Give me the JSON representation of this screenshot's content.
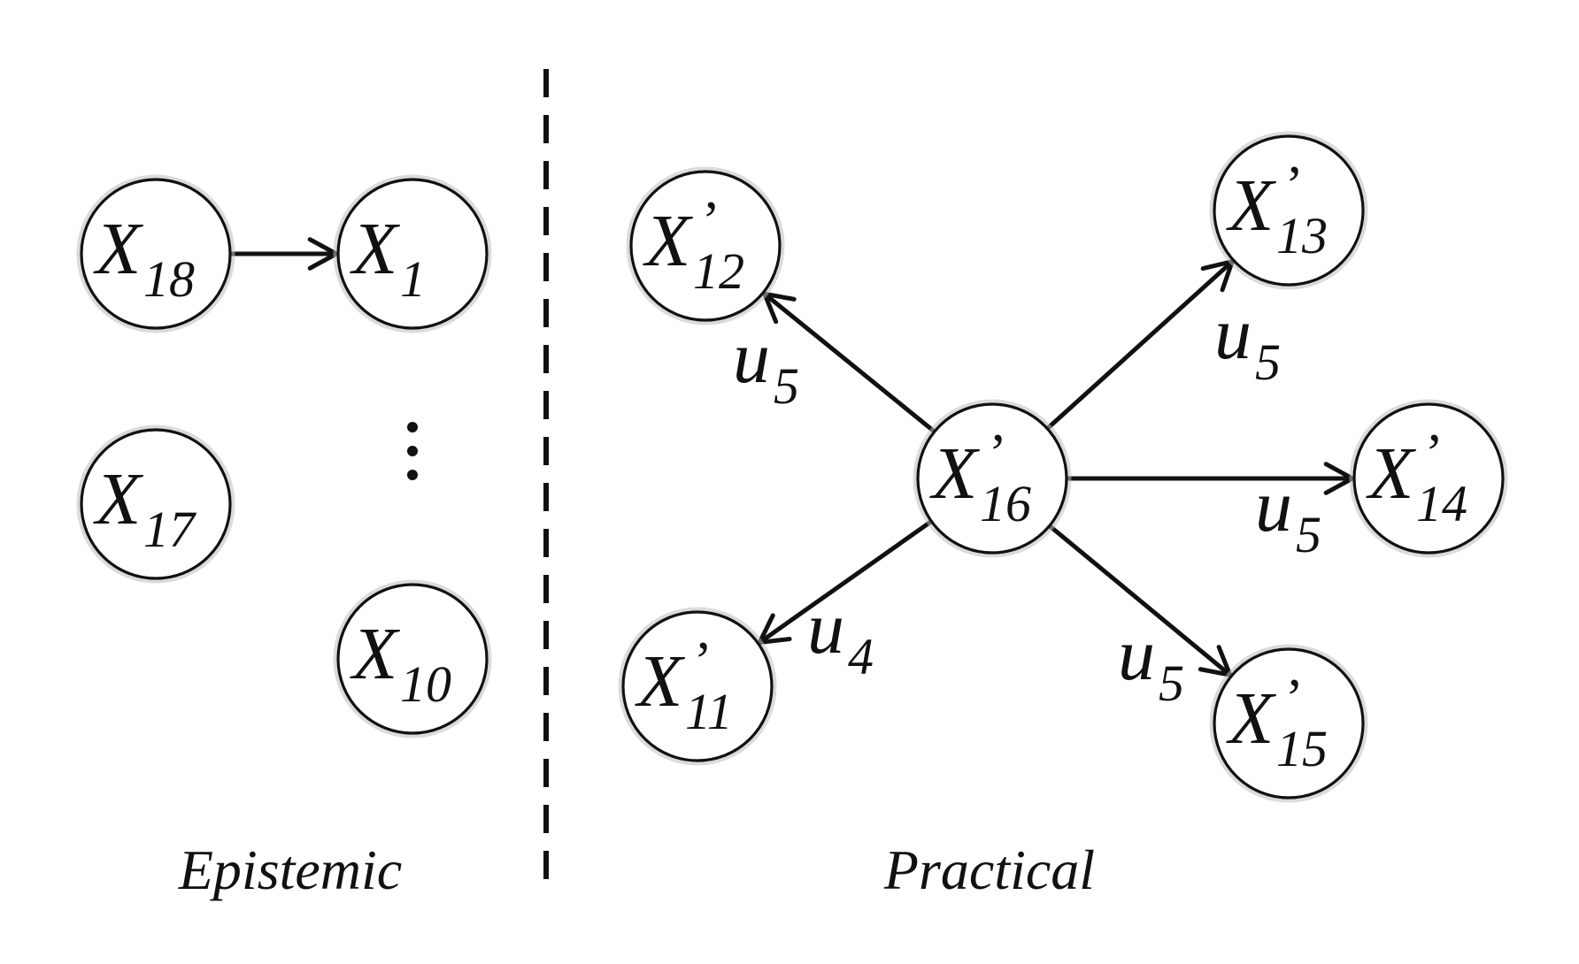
{
  "sections": {
    "epistemic": "Epistemic",
    "practical": "Practical"
  },
  "nodes": [
    {
      "id": "x18",
      "letter": "X",
      "sub": "18",
      "prime": ""
    },
    {
      "id": "x1",
      "letter": "X",
      "sub": "1",
      "prime": ""
    },
    {
      "id": "x17",
      "letter": "X",
      "sub": "17",
      "prime": ""
    },
    {
      "id": "x10",
      "letter": "X",
      "sub": "10",
      "prime": ""
    },
    {
      "id": "x12p",
      "letter": "X",
      "sub": "12",
      "prime": "’"
    },
    {
      "id": "x13p",
      "letter": "X",
      "sub": "13",
      "prime": "’"
    },
    {
      "id": "x16p",
      "letter": "X",
      "sub": "16",
      "prime": "’"
    },
    {
      "id": "x14p",
      "letter": "X",
      "sub": "14",
      "prime": "’"
    },
    {
      "id": "x11p",
      "letter": "X",
      "sub": "11",
      "prime": "’"
    },
    {
      "id": "x15p",
      "letter": "X",
      "sub": "15",
      "prime": "’"
    }
  ],
  "edges": [
    {
      "from": "x18",
      "to": "x1",
      "label_main": "",
      "label_sub": ""
    },
    {
      "from": "x16p",
      "to": "x12p",
      "label_main": "u",
      "label_sub": "5"
    },
    {
      "from": "x16p",
      "to": "x13p",
      "label_main": "u",
      "label_sub": "5"
    },
    {
      "from": "x16p",
      "to": "x14p",
      "label_main": "u",
      "label_sub": "5"
    },
    {
      "from": "x16p",
      "to": "x11p",
      "label_main": "u",
      "label_sub": "4"
    },
    {
      "from": "x16p",
      "to": "x15p",
      "label_main": "u",
      "label_sub": "5"
    }
  ],
  "ellipsis": "⋮"
}
